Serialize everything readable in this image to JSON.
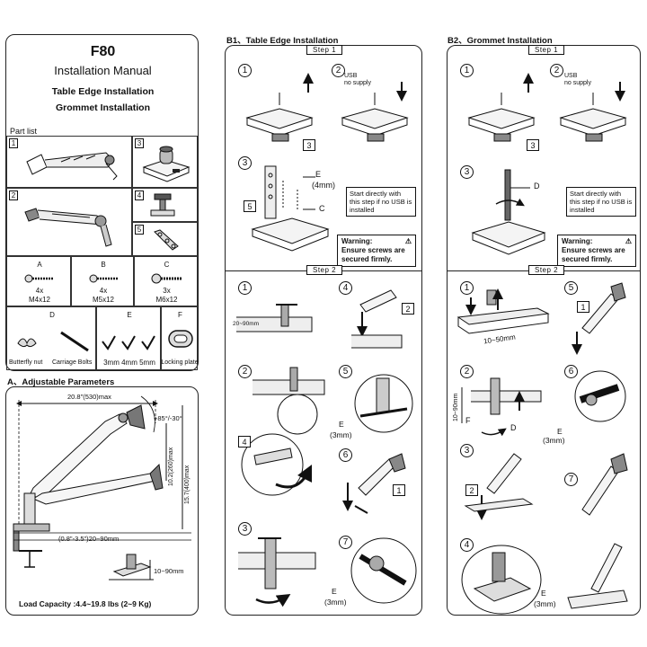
{
  "cover": {
    "model": "F80",
    "manual_title": "Installation Manual",
    "line1": "Table Edge Installation",
    "line2": "Grommet Installation"
  },
  "parts": {
    "heading": "Part list",
    "items": [
      {
        "num": "1"
      },
      {
        "num": "2"
      },
      {
        "num": "3"
      },
      {
        "num": "4"
      },
      {
        "num": "5"
      }
    ],
    "screws": [
      {
        "letter": "A",
        "qty": "4x",
        "size": "M4x12"
      },
      {
        "letter": "B",
        "qty": "4x",
        "size": "M5x12"
      },
      {
        "letter": "C",
        "qty": "3x",
        "size": "M6x12"
      }
    ],
    "extras": [
      {
        "letter": "D",
        "label": "Butterfly nut",
        "label2": "Carriage Bolts"
      },
      {
        "letter": "E",
        "label": "3mm  4mm  5mm"
      },
      {
        "letter": "F",
        "label": "Locking plate"
      }
    ]
  },
  "adjust": {
    "heading": "A、Adjustable Parameters",
    "reach": "20.8\"(530)max",
    "tilt": "+85°/-30°",
    "height1": "10.2(260)max",
    "height2": "15.7(400)max",
    "clamp": "(0.8\"-3.5\")20~90mm",
    "grommet": "10~90mm",
    "load": "Load Capacity :4.4~19.8 lbs (2~9 Kg)"
  },
  "b1": {
    "heading": "B1、Table Edge  Installation",
    "step1": "Step 1",
    "step2": "Step 2",
    "usb": "USB\nno supply",
    "tag3": "3",
    "tag5": "5",
    "e_label": "E",
    "e_size": "(4mm)",
    "c_label": "C",
    "note": "Start directly with this step if no USB is installed",
    "warn_title": "Warning:",
    "warn_body": "Ensure screws are secured firmly.",
    "thick": "20~90mm",
    "tag2": "2",
    "tag4": "4",
    "tag1": "1",
    "e3": "E",
    "e3mm": "(3mm)",
    "e3b": "E",
    "e3mmb": "(3mm)"
  },
  "b2": {
    "heading": "B2、Grommet Installation",
    "step1": "Step 1",
    "step2": "Step 2",
    "usb": "USB\nno supply",
    "tag3": "3",
    "d_label": "D",
    "note": "Start directly with this step if no USB is installed",
    "warn_title": "Warning:",
    "warn_body": "Ensure screws are secured firmly.",
    "thick": "10~50mm",
    "range": "10~90mm",
    "f_label": "F",
    "d2_label": "D",
    "tag1": "1",
    "tag2": "2",
    "e_label": "E",
    "e_mm": "(3mm)",
    "e_label2": "E",
    "e_mm2": "(3mm)"
  }
}
